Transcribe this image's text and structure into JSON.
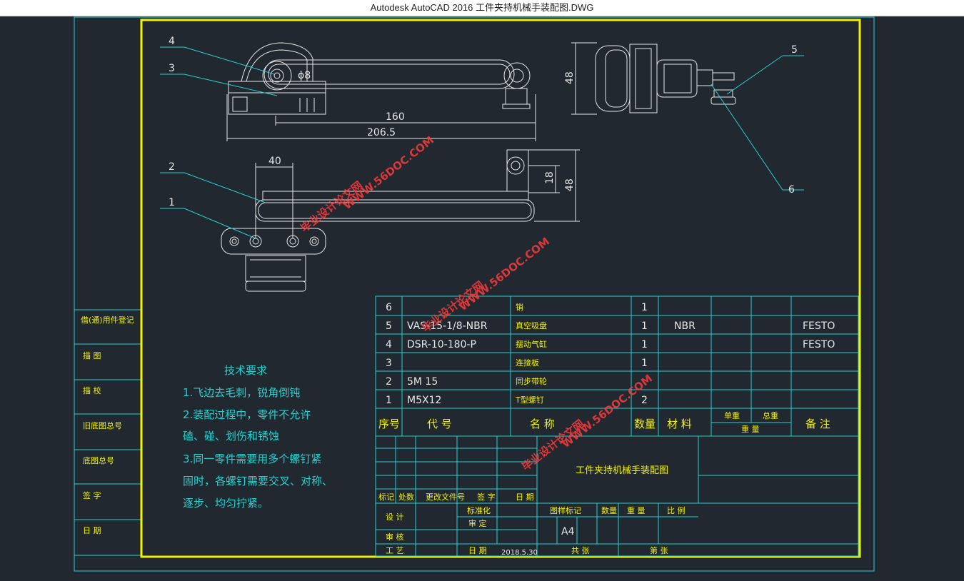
{
  "window": {
    "title": "Autodesk AutoCAD 2016    工件夹持机械手装配图.DWG"
  },
  "colors": {
    "background": "#212830",
    "frame": "#f2f200",
    "table": "#23d2cf",
    "geometry": "#e6e6e6",
    "dimension": "#e6e6e6",
    "leader": "#23d2cf",
    "watermark": "#ff3b3b"
  },
  "side_stamps": [
    "借(通)用件登记",
    "描      图",
    "描      校",
    "旧底图总号",
    "底图总号",
    "签      字",
    "日      期"
  ],
  "tech": {
    "title": "技术要求",
    "lines": [
      "1.飞边去毛刺，锐角倒钝",
      "2.装配过程中，零件不允许",
      "磕、碰、划伤和锈蚀",
      "3.同一零件需要用多个螺钉紧",
      "固时，各螺钉需要交叉、对称、",
      "逐步、均匀拧紧。"
    ]
  },
  "parts": [
    {
      "no": "6",
      "code": "",
      "name": "销",
      "qty": "1",
      "material": "",
      "note": ""
    },
    {
      "no": "5",
      "code": "VAS-15-1/8-NBR",
      "name": "真空吸盘",
      "qty": "1",
      "material": "NBR",
      "note": "FESTO"
    },
    {
      "no": "4",
      "code": "DSR-10-180-P",
      "name": "摆动气缸",
      "qty": "1",
      "material": "",
      "note": "FESTO"
    },
    {
      "no": "3",
      "code": "",
      "name": "连接板",
      "qty": "1",
      "material": "",
      "note": ""
    },
    {
      "no": "2",
      "code": "5M 15",
      "name": "同步带轮",
      "qty": "",
      "material": "",
      "note": ""
    },
    {
      "no": "1",
      "code": "M5X12",
      "name": "T型螺钉",
      "qty": "2",
      "material": "",
      "note": ""
    }
  ],
  "header_row": {
    "no": "序号",
    "code": "代    号",
    "name": "名    称",
    "qty": "数量",
    "material": "材   料",
    "single": "单重",
    "total": "总重",
    "weight": "重    量",
    "note": "备    注"
  },
  "title_block": {
    "drawing_name": "工件夹持机械手装配图",
    "labels": {
      "mark": "标记",
      "count": "处数",
      "doc": "更改文件号",
      "sign": "签   字",
      "date": "日 期",
      "design": "设   计",
      "standard": "标准化",
      "approve": "审 定",
      "check": "审   核",
      "process": "工   艺",
      "date2": "日 期",
      "sample": "图样标记",
      "qty": "数量",
      "weight": "重  量",
      "scale": "比  例",
      "total": "共       张",
      "sheet": "第       张"
    },
    "size": "A4",
    "date_value": "2018.5.30"
  },
  "dims": {
    "d8": "ϕ8",
    "d160": "160",
    "d206": "206.5",
    "d48a": "48",
    "d40": "40",
    "d18": "18",
    "d48b": "48"
  },
  "balloons": {
    "b1": "1",
    "b2": "2",
    "b3": "3",
    "b4": "4",
    "b5": "5",
    "b6": "6"
  },
  "watermark": {
    "site": "WWW.56DOC.COM",
    "cn": "毕业设计论文网"
  }
}
